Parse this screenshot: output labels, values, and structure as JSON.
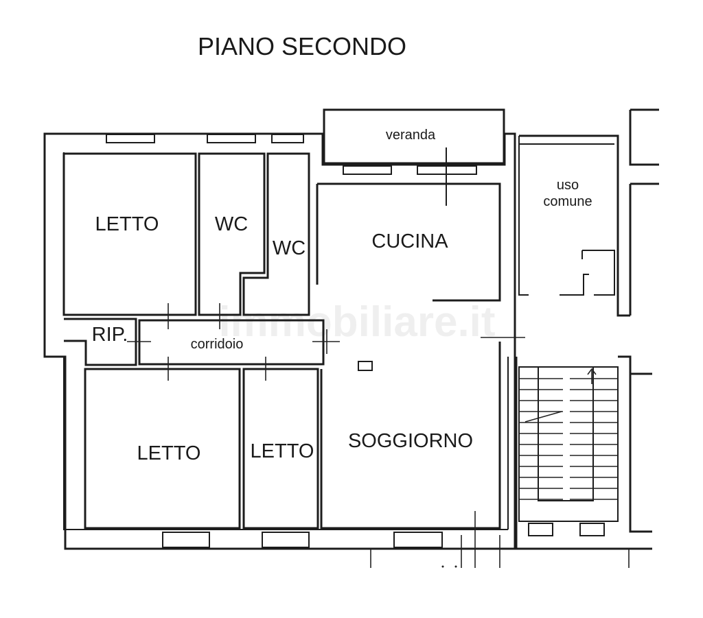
{
  "title": "PIANO SECONDO",
  "rooms": {
    "veranda": "veranda",
    "uso_comune_line1": "uso",
    "uso_comune_line2": "comune",
    "letto_top": "LETTO",
    "wc_1": "WC",
    "wc_2": "WC",
    "cucina": "CUCINA",
    "rip": "RIP.",
    "corridoio": "corridoio",
    "letto_bottom_left": "LETTO",
    "letto_bottom_mid": "LETTO",
    "soggiorno": "SOGGIORNO"
  },
  "watermark": "immobiliare.it",
  "colors": {
    "line": "#1c1c1c",
    "background": "#ffffff"
  }
}
